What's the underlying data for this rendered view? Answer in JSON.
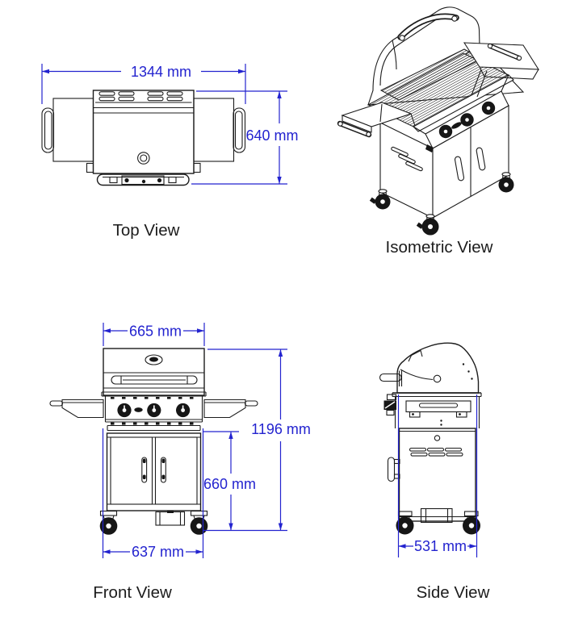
{
  "drawing": {
    "background": "#ffffff",
    "line_color": "#1c1c1c",
    "dimension_color": "#2323cf"
  },
  "views": {
    "top": {
      "label": "Top View",
      "dimensions": {
        "overall_width": "1344 mm",
        "overall_depth": "640 mm"
      }
    },
    "isometric": {
      "label": "Isometric View"
    },
    "front": {
      "label": "Front View",
      "dimensions": {
        "lid_width": "665 mm",
        "overall_height": "1196 mm",
        "cart_height": "660 mm",
        "wheelbase_width": "637 mm"
      }
    },
    "side": {
      "label": "Side View",
      "dimensions": {
        "overall_depth": "531 mm"
      }
    }
  }
}
